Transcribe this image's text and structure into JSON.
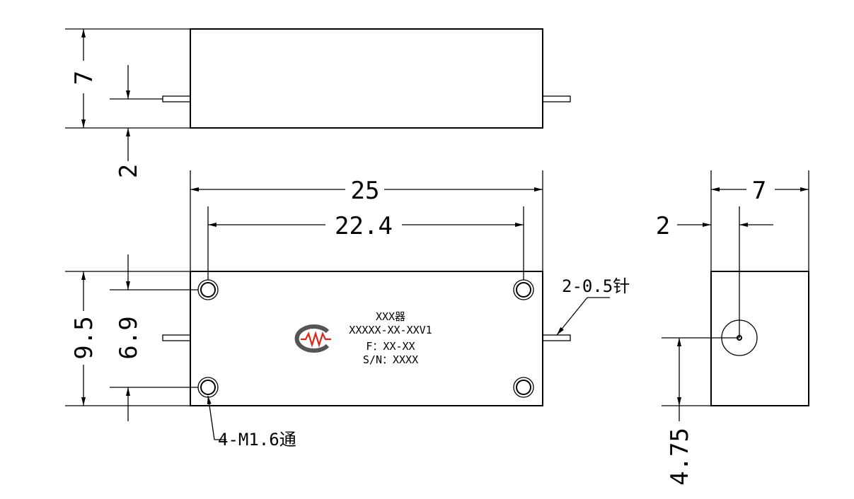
{
  "dimensions": {
    "side_height": "7",
    "pin_offset": "2",
    "total_length": "25",
    "hole_spacing": "22.4",
    "body_width": "9.5",
    "hole_width_spacing": "6.9",
    "end_depth": "7",
    "end_pin_offset": "2",
    "end_pin_height": "4.75"
  },
  "callouts": {
    "pins": "2-0.5针",
    "holes": "4-M1.6通"
  },
  "label": {
    "name": "XXX器",
    "model": "XXXXX-XX-XXV1",
    "freq": "F：XX-XX",
    "serial": "S/N：XXXX"
  },
  "logo": {
    "color": "#d9261c",
    "ring_color": "#555555",
    "icon": "mw-logo-icon"
  }
}
